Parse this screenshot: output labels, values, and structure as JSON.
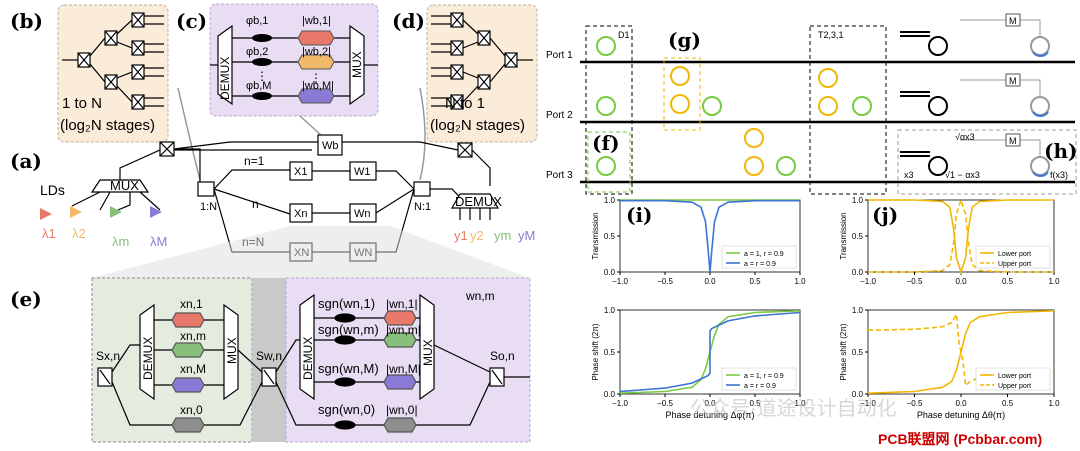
{
  "colors": {
    "peach": "#fbebd9",
    "lavender": "#e8ddf3",
    "lavender_border": "#b9a6d6",
    "sage": "#e4ebdf",
    "salmon": "#e8786a",
    "orange": "#f2b96b",
    "green": "#86c07a",
    "purple": "#8a7ad6",
    "gray": "#8e8e8e",
    "yellow": "#f2b705",
    "ring_green": "#7ac943",
    "blue": "#3b74d1",
    "watermark": "#cc0000"
  },
  "left": {
    "panel_labels": [
      "(b)",
      "(c)",
      "(d)",
      "(a)",
      "(e)"
    ],
    "b_text": [
      "1 to N",
      "(log₂N stages)"
    ],
    "d_text": [
      "N to 1",
      "(log₂N stages)"
    ],
    "c_phi": [
      "φb,1",
      "φb,2",
      "φb,M"
    ],
    "c_w": [
      "|wb,1|",
      "|wb,2|",
      "|wb,M|"
    ],
    "demux": "DEMUX",
    "mux": "MUX",
    "a_lds": "LDs",
    "a_mux": "MUX",
    "a_demux": "DEMUX",
    "a_split": "1:N",
    "a_combine": "N:1",
    "a_wb": "Wb",
    "a_n_labels": [
      "n=1",
      "n",
      "n=N"
    ],
    "a_x": [
      "X1",
      "Xn",
      "XN"
    ],
    "a_w": [
      "W1",
      "Wn",
      "WN"
    ],
    "a_lambdas": [
      "λ1",
      "λ2",
      "λm",
      "λM"
    ],
    "a_ys": [
      "y1",
      "y2",
      "ym",
      "yM"
    ],
    "e_sx": "Sx,n",
    "e_sw": "Sw,n",
    "e_so": "So,n",
    "e_x": [
      "xn,1",
      "xn,m",
      "xn,M",
      "xn,0"
    ],
    "e_sgn": [
      "sgn(wn,1)",
      "sgn(wn,m)",
      "sgn(wn,M)",
      "sgn(wn,0)"
    ],
    "e_wabs": [
      "|wn,1|",
      "|wn,m|",
      "|wn,M|",
      "|wn,0|"
    ],
    "e_wnm": "wn,m"
  },
  "right": {
    "ports": [
      "Port 1",
      "Port 2",
      "Port 3"
    ],
    "panel_labels": [
      "(g)",
      "(f)",
      "(h)",
      "(i)",
      "(j)"
    ],
    "d1": "D1",
    "t_label": "T2,3,1",
    "m_label": "M",
    "h_labels": [
      "√αx3",
      "√1 − αx3",
      "x3",
      "f(x3)"
    ]
  },
  "chart_data": [
    {
      "type": "line",
      "panel": "(i) top",
      "ylabel": "Transmission",
      "xlim": [
        -1.0,
        1.0
      ],
      "ylim": [
        0.0,
        1.0
      ],
      "x_ticks": [
        "−1.0",
        "−0.5",
        "0.0",
        "0.5",
        "1.0"
      ],
      "y_ticks": [
        "0.0",
        "0.5",
        "1.0"
      ],
      "series": [
        {
          "name": "a = 1, r = 0.9",
          "color": "#7ac943",
          "x": [
            -1.0,
            -0.5,
            -0.2,
            -0.1,
            -0.05,
            -0.02,
            0.0,
            0.02,
            0.05,
            0.1,
            0.2,
            0.5,
            1.0
          ],
          "y": [
            1.0,
            1.0,
            1.0,
            1.0,
            1.0,
            1.0,
            1.0,
            1.0,
            1.0,
            1.0,
            1.0,
            1.0,
            1.0
          ]
        },
        {
          "name": "a = r = 0.9",
          "color": "#3b74d1",
          "x": [
            -1.0,
            -0.5,
            -0.2,
            -0.1,
            -0.05,
            -0.02,
            0.0,
            0.02,
            0.05,
            0.1,
            0.2,
            0.5,
            1.0
          ],
          "y": [
            0.99,
            0.99,
            0.97,
            0.9,
            0.7,
            0.3,
            0.0,
            0.3,
            0.7,
            0.9,
            0.97,
            0.99,
            0.99
          ]
        }
      ],
      "legend": "bottom-right"
    },
    {
      "type": "line",
      "panel": "(i) bottom",
      "ylabel": "Phase shift (2π)",
      "xlabel": "Phase detuning Δφ(π)",
      "xlim": [
        -1.0,
        1.0
      ],
      "ylim": [
        0.0,
        1.0
      ],
      "x_ticks": [
        "−1.0",
        "−0.5",
        "0.0",
        "0.5",
        "1.0"
      ],
      "y_ticks": [
        "0.0",
        "0.5",
        "1.0"
      ],
      "series": [
        {
          "name": "a = 1, r = 0.9",
          "color": "#7ac943",
          "x": [
            -1.0,
            -0.5,
            -0.2,
            -0.1,
            -0.05,
            0.0,
            0.05,
            0.1,
            0.2,
            0.5,
            1.0
          ],
          "y": [
            0.01,
            0.03,
            0.08,
            0.17,
            0.3,
            0.5,
            0.7,
            0.83,
            0.92,
            0.97,
            0.99
          ]
        },
        {
          "name": "a = r = 0.9",
          "color": "#3b74d1",
          "x": [
            -1.0,
            -0.5,
            -0.2,
            -0.1,
            -0.02,
            0.0,
            0.0,
            0.02,
            0.1,
            0.2,
            0.5,
            1.0
          ],
          "y": [
            0.03,
            0.07,
            0.13,
            0.18,
            0.22,
            0.25,
            0.75,
            0.78,
            0.82,
            0.87,
            0.93,
            0.97
          ]
        }
      ],
      "legend": "bottom-right"
    },
    {
      "type": "line",
      "panel": "(j) top",
      "ylabel": "Transmission",
      "xlim": [
        -1.0,
        1.0
      ],
      "ylim": [
        0.0,
        1.0
      ],
      "x_ticks": [
        "−1.0",
        "−0.5",
        "0.0",
        "0.5",
        "1.0"
      ],
      "y_ticks": [
        "0.0",
        "0.5",
        "1.0"
      ],
      "series": [
        {
          "name": "Lower port",
          "color": "#f2b705",
          "dash": false,
          "x": [
            -1.0,
            -0.5,
            -0.2,
            -0.12,
            -0.08,
            -0.05,
            0.0,
            0.05,
            0.08,
            0.12,
            0.2,
            0.5,
            1.0
          ],
          "y": [
            1.0,
            1.0,
            0.98,
            0.9,
            0.6,
            0.2,
            0.0,
            0.2,
            0.6,
            0.9,
            0.98,
            1.0,
            1.0
          ]
        },
        {
          "name": "Upper port",
          "color": "#f2b705",
          "dash": true,
          "x": [
            -1.0,
            -0.5,
            -0.2,
            -0.12,
            -0.08,
            -0.05,
            0.0,
            0.05,
            0.08,
            0.12,
            0.2,
            0.5,
            1.0
          ],
          "y": [
            0.0,
            0.0,
            0.02,
            0.1,
            0.4,
            0.8,
            1.0,
            0.8,
            0.4,
            0.1,
            0.02,
            0.0,
            0.0
          ]
        }
      ],
      "legend": "bottom-right"
    },
    {
      "type": "line",
      "panel": "(j) bottom",
      "ylabel": "Phase shift (2π)",
      "xlabel": "Phase detuning Δθ(π)",
      "xlim": [
        -1.0,
        1.0
      ],
      "ylim": [
        0.0,
        1.0
      ],
      "x_ticks": [
        "−1.0",
        "−0.5",
        "0.0",
        "0.5",
        "1.0"
      ],
      "y_ticks": [
        "0.0",
        "0.5",
        "1.0"
      ],
      "series": [
        {
          "name": "Lower port",
          "color": "#f2b705",
          "dash": false,
          "x": [
            -1.0,
            -0.5,
            -0.2,
            -0.1,
            -0.05,
            0.0,
            0.05,
            0.1,
            0.2,
            0.5,
            1.0
          ],
          "y": [
            0.01,
            0.03,
            0.08,
            0.15,
            0.28,
            0.5,
            0.72,
            0.85,
            0.92,
            0.97,
            0.99
          ]
        },
        {
          "name": "Upper port",
          "color": "#f2b705",
          "dash": true,
          "x": [
            -1.0,
            -0.5,
            -0.2,
            -0.1,
            -0.05,
            -0.02,
            0.0,
            0.02,
            0.05,
            0.1,
            0.2,
            0.5,
            1.0
          ],
          "y": [
            0.76,
            0.77,
            0.8,
            0.85,
            0.95,
            0.6,
            0.5,
            0.4,
            0.1,
            0.15,
            0.2,
            0.23,
            0.25
          ]
        }
      ],
      "legend": "bottom-right"
    }
  ],
  "watermark": {
    "wechat": "公众号·道途设计自动化",
    "site": "PCB联盟网 (Pcbbar.com)"
  }
}
